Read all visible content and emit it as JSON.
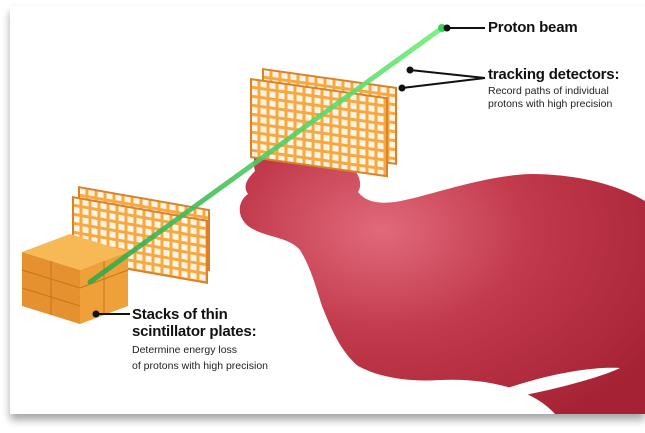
{
  "labels": {
    "proton_beam": "Proton beam",
    "tracking_title": "tracking detectors:",
    "tracking_desc_1": "Record paths of individual",
    "tracking_desc_2": "protons with high precision",
    "stacks_title_1": "Stacks of thin",
    "stacks_title_2": "scintillator plates:",
    "stacks_desc_1": "Determine energy loss",
    "stacks_desc_2": "of protons with high precision"
  },
  "colors": {
    "body": "#b0283a",
    "body_light": "#d9586a",
    "detector": "#f5a640",
    "detector_dark": "#d9822a",
    "beam": "#3fd05a",
    "stack": "#f0a038"
  }
}
